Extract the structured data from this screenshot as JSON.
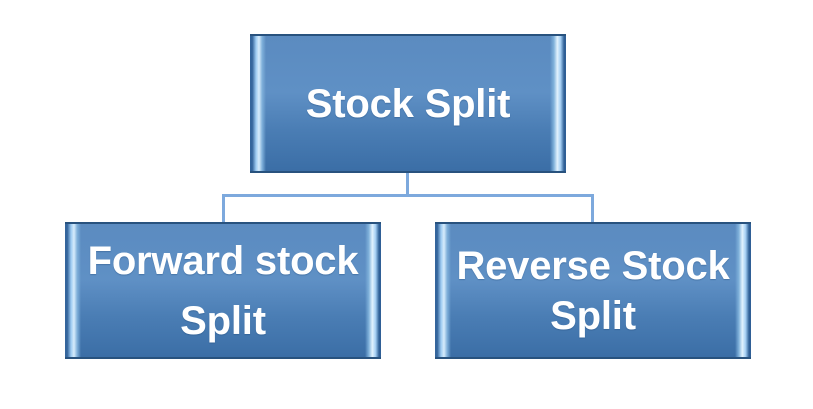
{
  "diagram": {
    "type": "hierarchy-tree",
    "title": "Stock Split",
    "colors": {
      "box_fill_light": "#5f90c5",
      "box_fill_dark": "#3b6ea6",
      "box_border": "#28527e",
      "bevel_highlight": "#d7ecfb",
      "connector": "#7da9dd",
      "label_text": "#ffffff",
      "background": "#ffffff"
    },
    "nodes": {
      "root": {
        "label": "Stock Split",
        "level": 0
      },
      "children": [
        {
          "label": "Forward stock Split",
          "line1": "Forward stock",
          "line2": "Split",
          "level": 1,
          "position": "left"
        },
        {
          "label": "Reverse Stock Split",
          "line1": "Reverse Stock",
          "line2": "Split",
          "level": 1,
          "position": "right"
        }
      ]
    },
    "connectors": [
      {
        "name": "root-to-bus",
        "orientation": "vertical"
      },
      {
        "name": "bus",
        "orientation": "horizontal"
      },
      {
        "name": "bus-to-left-child",
        "orientation": "vertical"
      },
      {
        "name": "bus-to-right-child",
        "orientation": "vertical"
      }
    ]
  }
}
